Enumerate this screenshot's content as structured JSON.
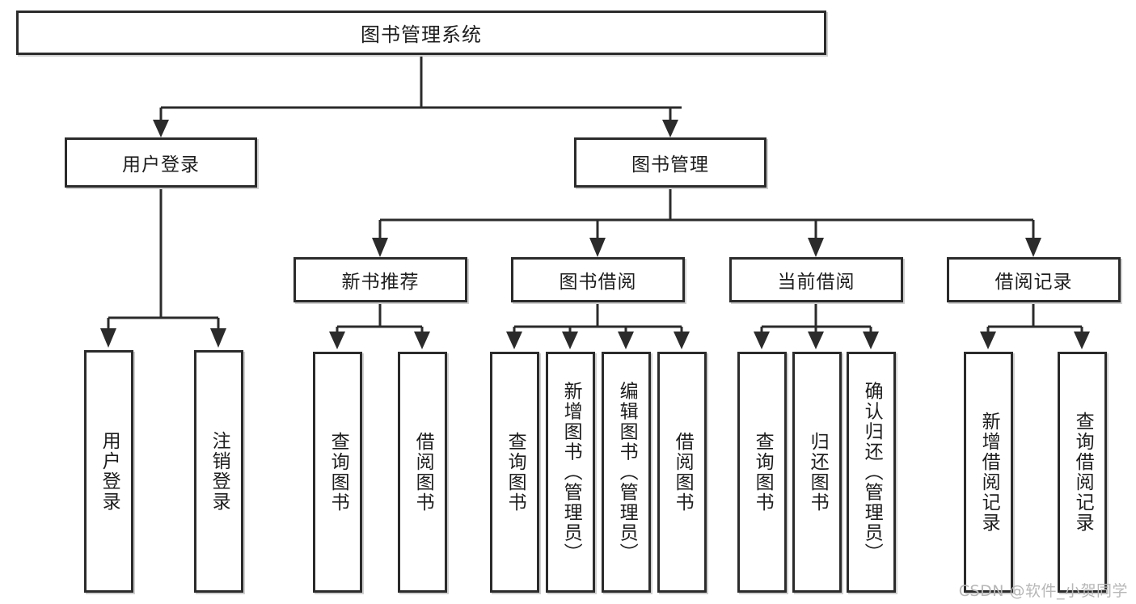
{
  "diagram": {
    "type": "tree-hierarchy",
    "title": "图书管理系统",
    "root": {
      "id": "root",
      "label": "图书管理系统"
    },
    "level1": [
      {
        "id": "user-login",
        "label": "用户登录"
      },
      {
        "id": "book-manage",
        "label": "图书管理"
      }
    ],
    "level2": [
      {
        "id": "new-book-recommend",
        "label": "新书推荐",
        "parent": "book-manage"
      },
      {
        "id": "book-borrow",
        "label": "图书借阅",
        "parent": "book-manage"
      },
      {
        "id": "current-borrow",
        "label": "当前借阅",
        "parent": "book-manage"
      },
      {
        "id": "borrow-record",
        "label": "借阅记录",
        "parent": "book-manage"
      }
    ],
    "leaves": {
      "user_login": [
        {
          "id": "leaf-user-login",
          "label": "用户登录"
        },
        {
          "id": "leaf-logout-login",
          "label": "注销登录"
        }
      ],
      "new_book_recommend": [
        {
          "id": "leaf-query-book-1",
          "label": "查询图书"
        },
        {
          "id": "leaf-borrow-book-1",
          "label": "借阅图书"
        }
      ],
      "book_borrow": [
        {
          "id": "leaf-query-book-2",
          "label": "查询图书"
        },
        {
          "id": "leaf-add-book",
          "label": "新增图书（管理员）"
        },
        {
          "id": "leaf-edit-book",
          "label": "编辑图书（管理员）"
        },
        {
          "id": "leaf-borrow-book-2",
          "label": "借阅图书"
        }
      ],
      "current_borrow": [
        {
          "id": "leaf-query-book-3",
          "label": "查询图书"
        },
        {
          "id": "leaf-return-book",
          "label": "归还图书"
        },
        {
          "id": "leaf-confirm-return",
          "label": "确认归还（管理员）"
        }
      ],
      "borrow_record": [
        {
          "id": "leaf-add-record",
          "label": "新增借阅记录"
        },
        {
          "id": "leaf-query-record",
          "label": "查询借阅记录"
        }
      ]
    },
    "colors": {
      "box_border": "#2b2b2b",
      "box_fill": "#ffffff",
      "connector": "#2b2b2b",
      "text": "#1d1d1d",
      "watermark": "#b7b7b7",
      "background": "#ffffff"
    }
  },
  "watermark": {
    "text": "CSDN @软件_小贺同学"
  }
}
